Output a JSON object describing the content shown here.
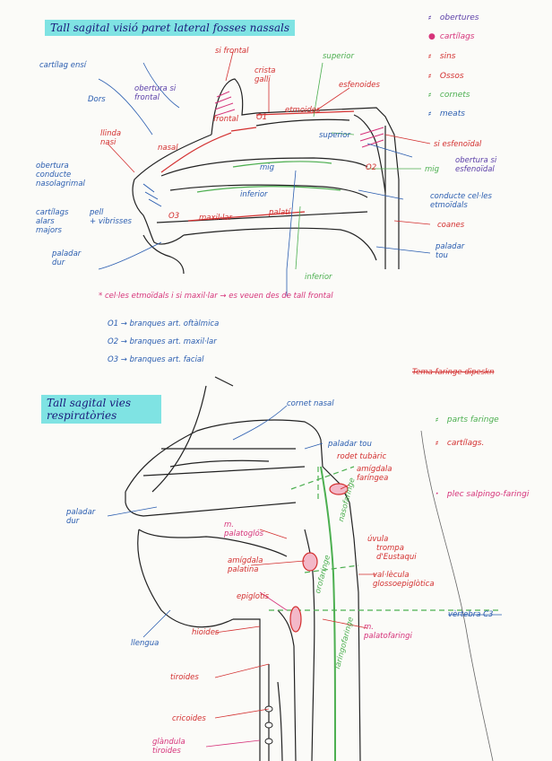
{
  "top": {
    "title": "Tall sagital visió paret lateral fosses nassals",
    "legend": [
      {
        "mark": "⸗",
        "label": "obertures",
        "color": "#5b3fa8"
      },
      {
        "mark": "●",
        "label": "cartílags",
        "color": "#d6337a"
      },
      {
        "mark": "⸗",
        "label": "sins",
        "color": "#d32f2f"
      },
      {
        "mark": "⸗",
        "label": "Ossos",
        "color": "#d32f2f"
      },
      {
        "mark": "⸗",
        "label": "cornets",
        "color": "#4caf50"
      },
      {
        "mark": "⸗",
        "label": "meats",
        "color": "#2a5db0"
      }
    ],
    "labels": {
      "cartilag_ala": "cartílag ensí",
      "dors": "Dors",
      "llinda": "llinda",
      "nasi": "nasi",
      "obertura_conducte": "obertura\nconducte\nnasolagrimal",
      "cartilag_ala_major": "cartílags\nalars\nmajors",
      "pell_vibrisses": "pell\n+ vibrisses",
      "paladar_dur": "paladar\ndur",
      "si_frontal": "si frontal",
      "obertura_si_frontal": "obertura si\nfrontal",
      "crista_galli": "crista\ngalli",
      "frontal": "frontal",
      "nasal": "nasal",
      "etmoides": "etmoides",
      "superior": "superior",
      "superior_meat": "superior",
      "esfenoides": "esfenoides",
      "si_esfenoidal": "si esfenoïdal",
      "obertura_si_esfenoidal": "obertura si\nesfenoïdal",
      "mig_meat": "mig",
      "mig_cornet": "mig",
      "inferior_meat": "inferior",
      "inferior_cornet": "inferior",
      "conducte_cel_etmoidals": "conducte cel·les\netmoïdals",
      "coanes": "coanes",
      "paladar_tou": "paladar\ntou",
      "maxil_lar": "maxil·lar",
      "palati": "palatí",
      "o1": "O1",
      "o2": "O2",
      "o3": "O3"
    },
    "notes": [
      {
        "id": "note-cel",
        "text": "* cel·les etmoïdals i si maxil·lar → es veuen des de tall frontal",
        "color": "#d6337a"
      },
      {
        "id": "note-o1",
        "text": "O1 → branques art. oftàlmica",
        "color": "#2a5db0"
      },
      {
        "id": "note-o2",
        "text": "O2 → branques art. maxil·lar",
        "color": "#2a5db0"
      },
      {
        "id": "note-o3",
        "text": "O3 → branques art. facial",
        "color": "#2a5db0"
      }
    ]
  },
  "bottom": {
    "title": "Tall sagital vies respiratòries",
    "legend_heading": "Tema faringe dipeskn",
    "legend": [
      {
        "mark": "⸗",
        "label": "parts faringe",
        "color": "#4caf50"
      },
      {
        "mark": "⸗",
        "label": "cartílags.",
        "color": "#d32f2f"
      },
      {
        "mark": "·",
        "label": "plec salpingo-faringi",
        "color": "#d6337a"
      }
    ],
    "labels": {
      "cornet_nasal": "cornet nasal",
      "paladar_tou": "paladar tou",
      "rodet_tubaric": "rodet tubàric",
      "amigdala_faringea": "amígdala\nfaríngea",
      "nasofaringe": "nasofaringe",
      "paladar_dur": "paladar\ndur",
      "m_palatogles": "m.\npalatoglós",
      "uvula": "úvula",
      "trompa": "trompa\nd'Eustaqui",
      "amigdala_palatina": "amígdala\npalatina",
      "vallecula": "val·lècula\nglossoepiglòtica",
      "orofaringe": "orofaringe",
      "epiglotis": "epiglotis",
      "vertebra": "vèrtebra C3",
      "m_palatofaringi": "m.\npalatofaringi",
      "llengua": "llengua",
      "hioides": "hioides",
      "laringofaringe": "laringofaringe",
      "tiroides": "tiroides",
      "cricoides": "cricoides",
      "glandula_tiroides": "glàndula\ntiroides"
    }
  }
}
